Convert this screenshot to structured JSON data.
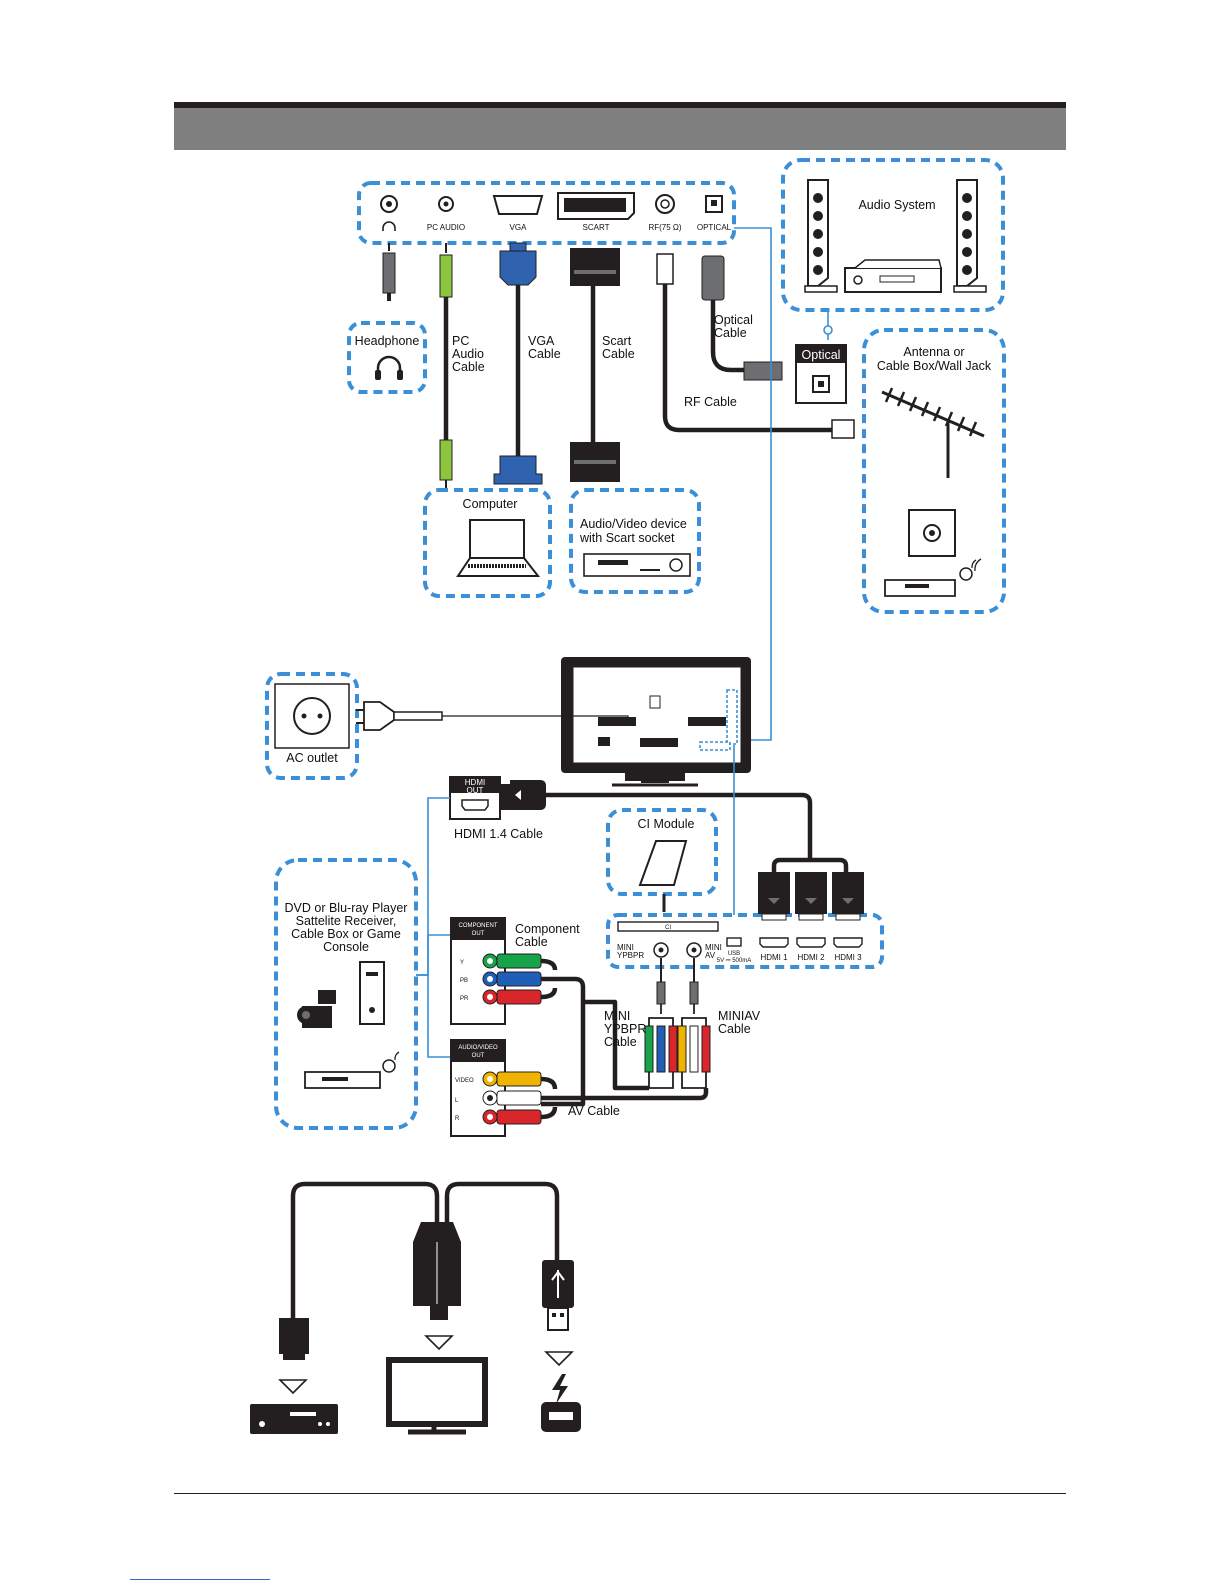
{
  "ports": {
    "headphone_icon": "headphone-icon",
    "pc_audio": "PC AUDIO",
    "vga": "VGA",
    "scart": "SCART",
    "rf": "RF(75 Ω)",
    "optical": "OPTICAL"
  },
  "devices": {
    "headphone": "Headphone",
    "computer": "Computer",
    "av_device_line1": "Audio/Video device",
    "av_device_line2": "with Scart socket",
    "audio_system": "Audio System",
    "optical_port": "Optical",
    "antenna_line1": "Antenna or",
    "antenna_line2": "Cable Box/Wall Jack",
    "ac_outlet": "AC outlet",
    "ci_module": "CI Module",
    "player_line1": "DVD or Blu-ray Player",
    "player_line2": "Sattelite Receiver,",
    "player_line3": "Cable Box or Game",
    "player_line4": "Console"
  },
  "cables": {
    "pc_audio": [
      "PC",
      "Audio",
      "Cable"
    ],
    "vga": [
      "VGA",
      "Cable"
    ],
    "scart": [
      "Scart",
      "Cable"
    ],
    "optical": [
      "Optical",
      "Cable"
    ],
    "rf": "RF Cable",
    "hdmi": "HDMI 1.4 Cable",
    "component": [
      "Component",
      "Cable"
    ],
    "mini_ypbpr": [
      "MINI",
      "YPBPR",
      "Cable"
    ],
    "miniav": [
      "MINIAV",
      "Cable"
    ],
    "av": "AV Cable"
  },
  "panels": {
    "hdmi_out": [
      "HDMI",
      "OUT"
    ],
    "component_out": [
      "COMPONENT",
      "OUT"
    ],
    "av_out": [
      "AUDIO/VIDEO",
      "OUT"
    ],
    "component_rows": [
      "Y",
      "PB",
      "PR"
    ],
    "av_rows": [
      "VIDEO",
      "L",
      "R"
    ]
  },
  "side_ports": {
    "ci_slot": "CI",
    "mini_ypbpr": [
      "MINI",
      "YPBPR"
    ],
    "mini_av": [
      "MINI",
      "AV"
    ],
    "usb": [
      "USB",
      "5V ⎓ 500mA"
    ],
    "hdmi1": "HDMI 1",
    "hdmi2": "HDMI 2",
    "hdmi3": "HDMI 3"
  },
  "bottom_icons": [
    "hdmi-plug-icon",
    "mhl-plug-icon",
    "usb-plug-icon",
    "player-icon",
    "tv-icon",
    "charging-icon"
  ],
  "colors": {
    "accent_dashed": "#3a8fd6",
    "header_bar": "#7f7f7f",
    "green": "#16a34a",
    "blue": "#1f5fb8",
    "red": "#d9262a",
    "yellow": "#f0b400",
    "vga_blue": "#2f63b0",
    "audio_green": "#8cc63f"
  }
}
